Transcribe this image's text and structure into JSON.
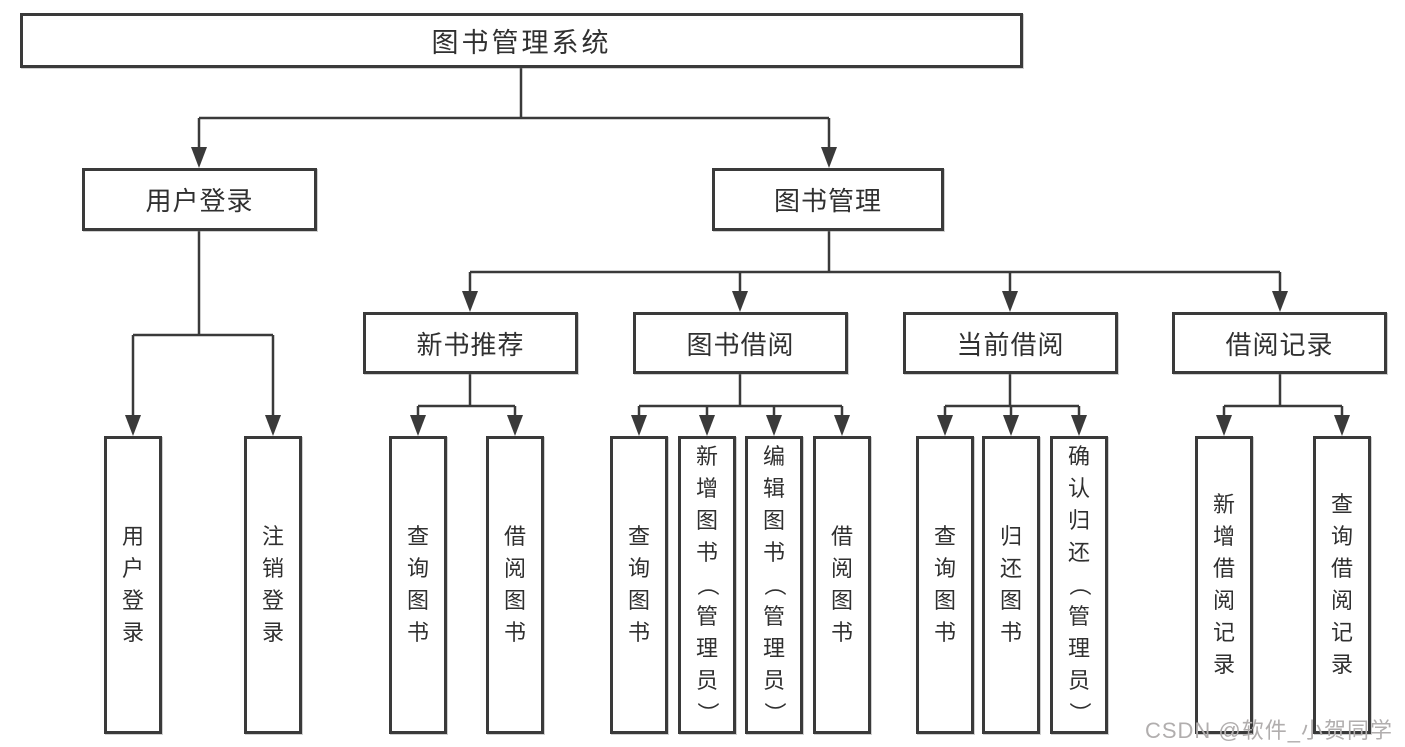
{
  "diagram": {
    "root": {
      "id": "root",
      "label": "图书管理系统"
    },
    "level2": [
      {
        "id": "user-login",
        "label": "用户登录",
        "parent": "root"
      },
      {
        "id": "book-management",
        "label": "图书管理",
        "parent": "root"
      }
    ],
    "level3": [
      {
        "id": "new-book-recommend",
        "label": "新书推荐",
        "parent": "book-management"
      },
      {
        "id": "book-borrow",
        "label": "图书借阅",
        "parent": "book-management"
      },
      {
        "id": "current-borrow",
        "label": "当前借阅",
        "parent": "book-management"
      },
      {
        "id": "borrow-records",
        "label": "借阅记录",
        "parent": "book-management"
      }
    ],
    "leaves": [
      {
        "id": "leaf-user-login",
        "label": "用户登录",
        "parent": "user-login"
      },
      {
        "id": "leaf-logout",
        "label": "注销登录",
        "parent": "user-login"
      },
      {
        "id": "leaf-query-book-recommend",
        "label": "查询图书",
        "parent": "new-book-recommend"
      },
      {
        "id": "leaf-borrow-book-recommend",
        "label": "借阅图书",
        "parent": "new-book-recommend"
      },
      {
        "id": "leaf-query-book-borrow",
        "label": "查询图书",
        "parent": "book-borrow"
      },
      {
        "id": "leaf-add-book-admin",
        "label": "新增图书（管理员）",
        "parent": "book-borrow"
      },
      {
        "id": "leaf-edit-book-admin",
        "label": "编辑图书（管理员）",
        "parent": "book-borrow"
      },
      {
        "id": "leaf-borrow-book",
        "label": "借阅图书",
        "parent": "book-borrow"
      },
      {
        "id": "leaf-query-book-current",
        "label": "查询图书",
        "parent": "current-borrow"
      },
      {
        "id": "leaf-return-book",
        "label": "归还图书",
        "parent": "current-borrow"
      },
      {
        "id": "leaf-confirm-return-admin",
        "label": "确认归还（管理员）",
        "parent": "current-borrow"
      },
      {
        "id": "leaf-add-borrow-record",
        "label": "新增借阅记录",
        "parent": "borrow-records"
      },
      {
        "id": "leaf-query-borrow-record",
        "label": "查询借阅记录",
        "parent": "borrow-records"
      }
    ]
  },
  "watermark": "CSDN @软件_小贺同学",
  "colors": {
    "line": "#3a3a3a",
    "text": "#303030",
    "background": "#ffffff",
    "watermark": "#b1aeae"
  }
}
